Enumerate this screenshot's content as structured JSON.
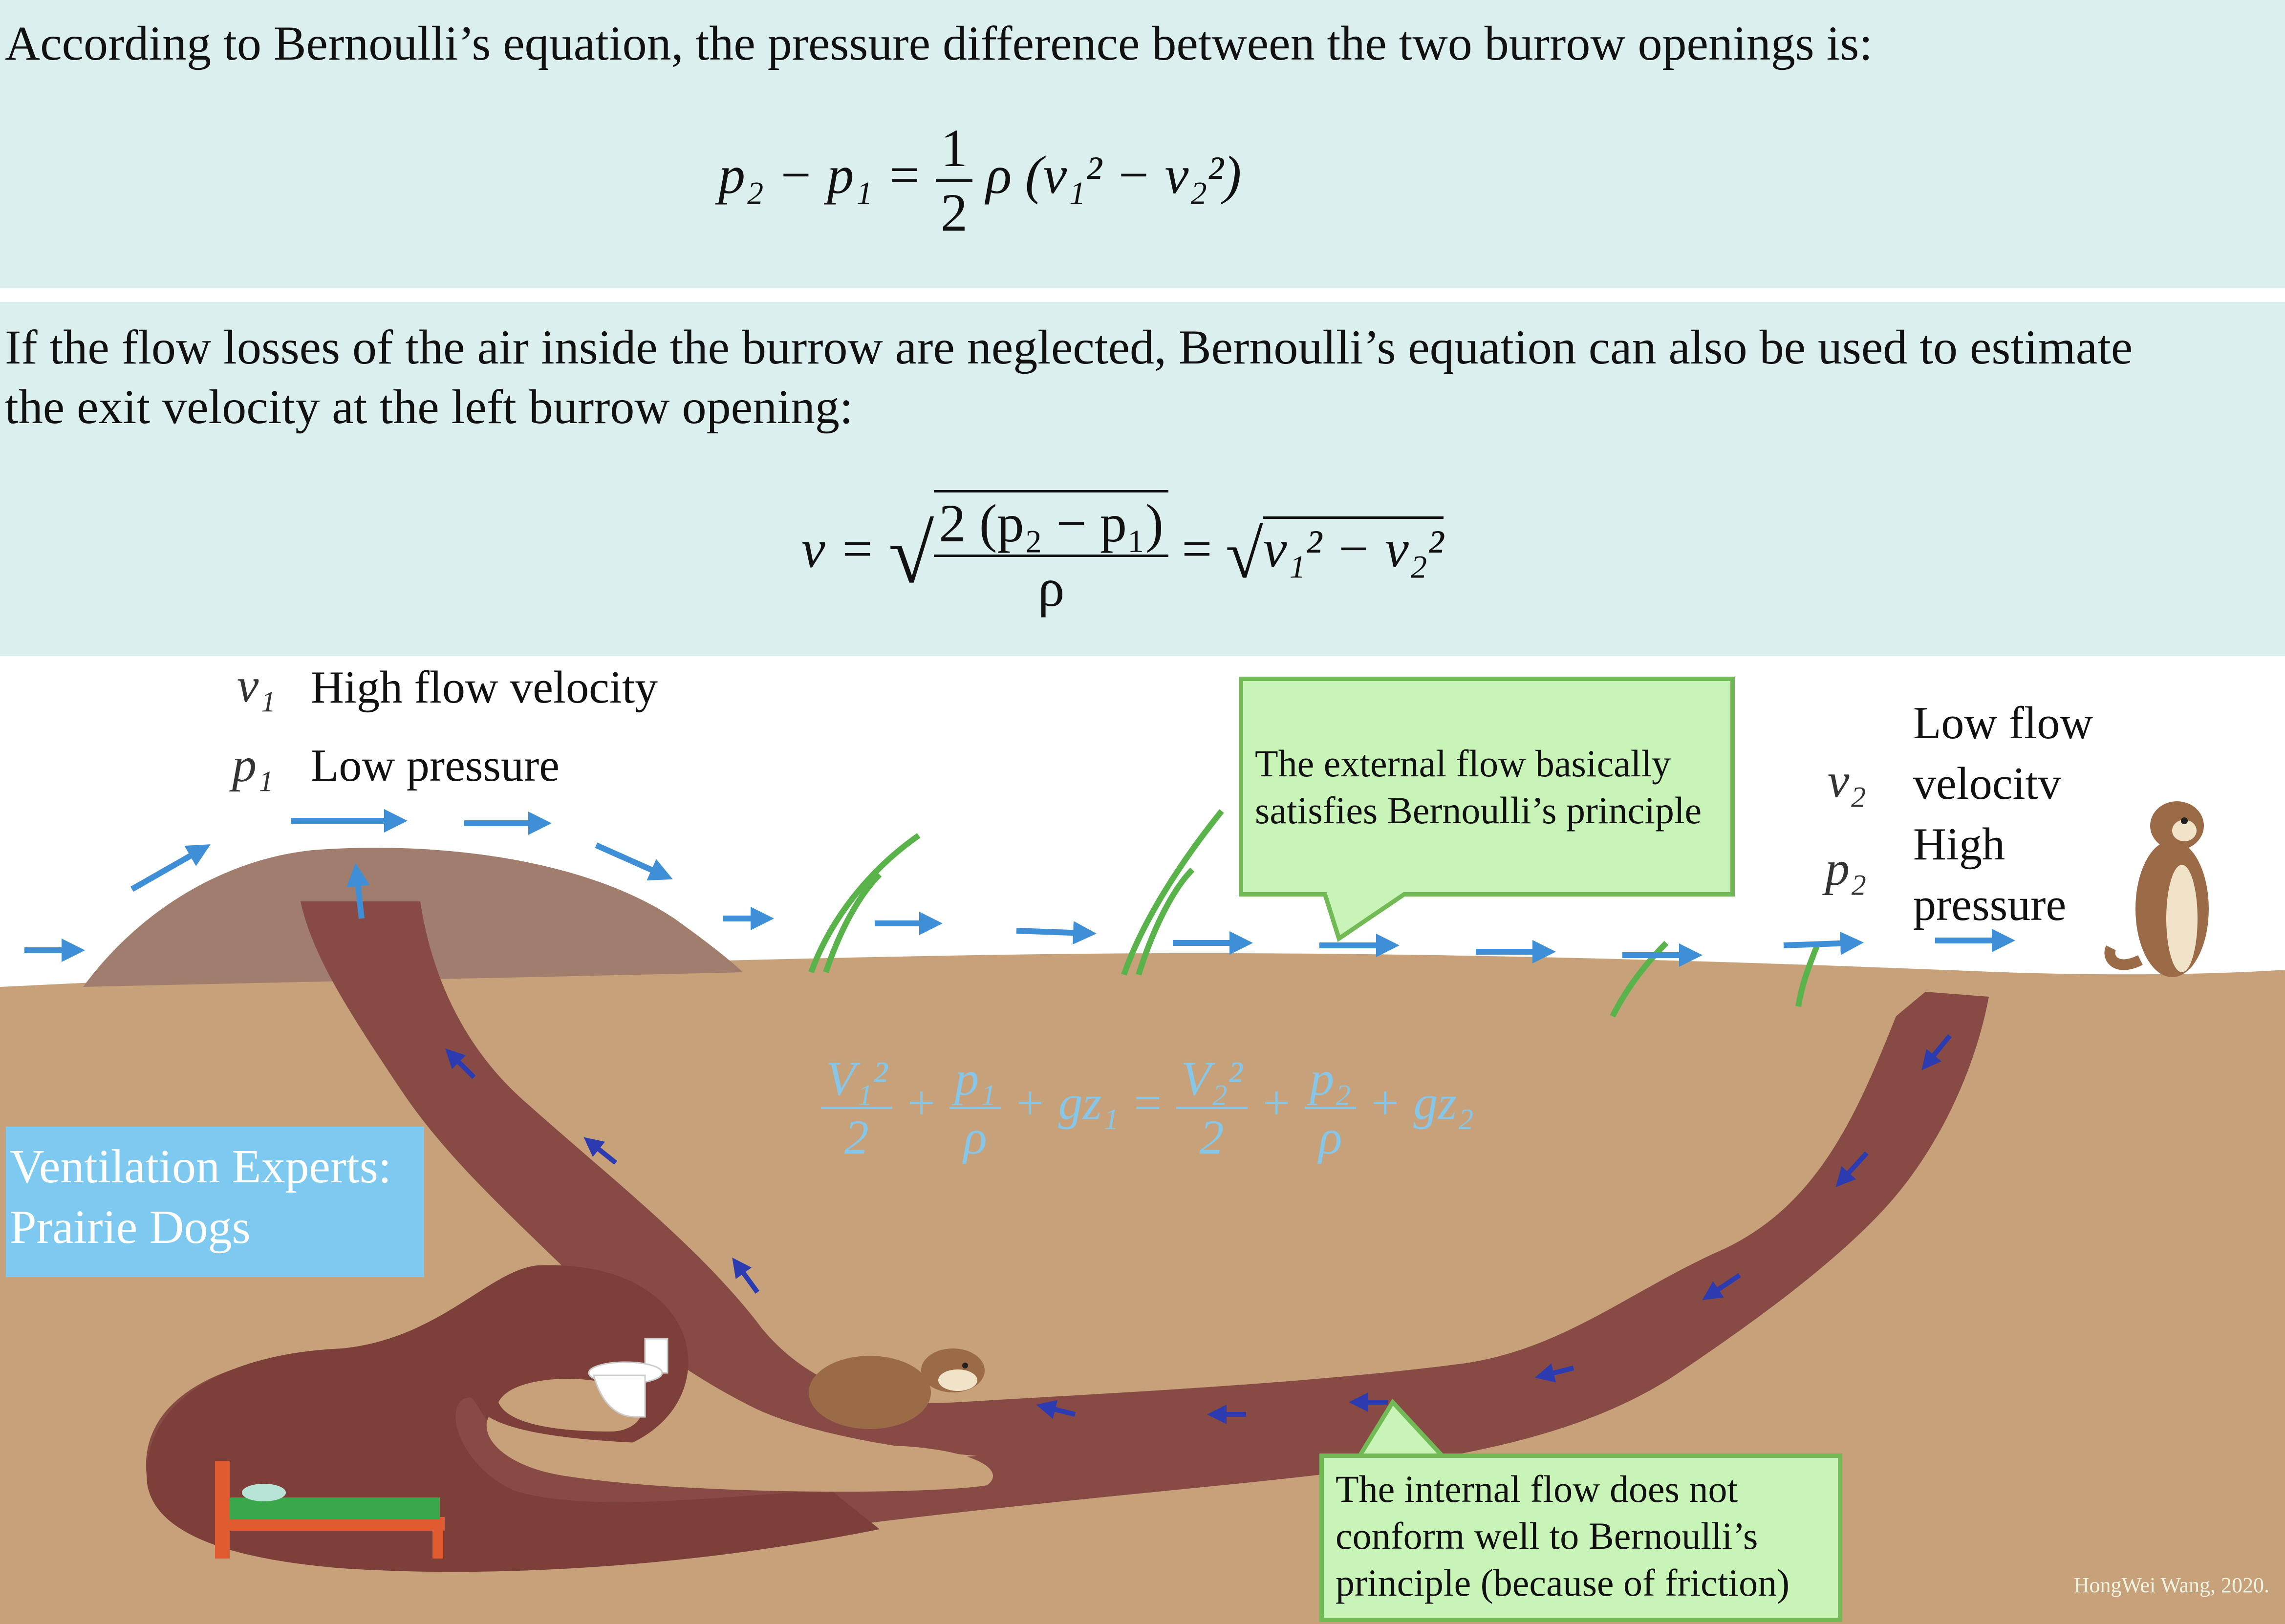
{
  "panel1": {
    "intro": "According to Bernoulli’s equation, the pressure difference between the two burrow openings is:",
    "eq": {
      "lhs": "p₂ − p₁ =",
      "frac_num": "1",
      "frac_den": "2",
      "rhs": "ρ (v₁² − v₂²)"
    }
  },
  "panel2": {
    "line1": "If the flow losses of the air inside the burrow are neglected, Bernoulli’s equation can also be used to estimate",
    "line2": "the exit velocity at the left burrow opening:",
    "eq": {
      "lhs": "v =",
      "sqrt_num": "2 (p₂ − p₁)",
      "sqrt_den": "ρ",
      "mid": "=",
      "rhs": "v₁² − v₂²"
    }
  },
  "left_labels": {
    "v_symbol": "v₁",
    "v_text": "High flow velocity",
    "p_symbol": "p₁",
    "p_text": "Low pressure"
  },
  "right_labels": {
    "v_symbol": "v₂",
    "p_symbol": "p₂",
    "line1": "Low flow",
    "line2": "velocitv",
    "line3": "High",
    "line4": "pressure"
  },
  "callout_external": {
    "line1": "The external flow basically",
    "line2": "satisfies Bernoulli’s principle"
  },
  "callout_internal": {
    "line1": "The internal flow does not",
    "line2": "conform well to Bernoulli’s",
    "line3": "principle (because of friction)"
  },
  "ventilation": {
    "line1": "Ventilation Experts:",
    "line2": "Prairie Dogs"
  },
  "bernoulli_eq": {
    "t1_num": "V₁²",
    "t1_den": "2",
    "plus1": "+",
    "t2_num": "p₁",
    "t2_den": "ρ",
    "t3": "+ gz₁ =",
    "t4_num": "V₂²",
    "t4_den": "2",
    "plus2": "+",
    "t5_num": "p₂",
    "t5_den": "ρ",
    "t6": "+ gz₂"
  },
  "credit": "HongWei Wang, 2020.",
  "colors": {
    "panel": "#dcefef",
    "soil": "#c7a17a",
    "tunnel": "#874a44",
    "mound": "#a17d6d",
    "flow_arrow": "#3f8fd6",
    "tunnel_arrow": "#2c3cb0",
    "callout_fill": "#c9f4b8",
    "callout_border": "#72ba56",
    "vent_box": "#7ec9ef"
  }
}
